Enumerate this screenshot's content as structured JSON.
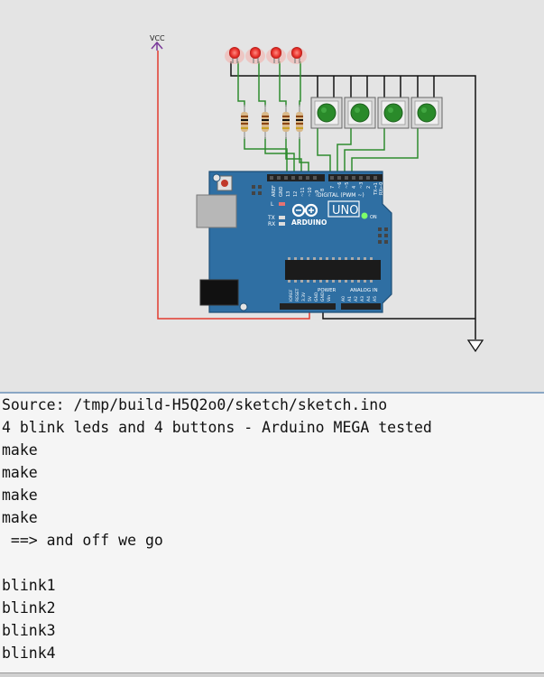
{
  "simulator": {
    "vcc_label": "VCC",
    "board": {
      "brand": "ARDUINO",
      "model": "UNO",
      "on_label": "ON",
      "l_label": "L",
      "tx_label": "TX",
      "rx_label": "RX",
      "digital_header_label": "DIGITAL (PWM ~)",
      "power_label": "POWER",
      "analog_label": "ANALOG IN",
      "aref_label": "AREF",
      "gnd_label": "GND",
      "top_pins": [
        "13",
        "12",
        "~11",
        "~10",
        "~9",
        "8",
        "7",
        "~6",
        "~5",
        "4",
        "~3",
        "2",
        "TX→1",
        "RX←0"
      ],
      "power_pins": [
        "IOREF",
        "RESET",
        "3.3V",
        "5V",
        "GND",
        "GND",
        "Vin"
      ],
      "analog_pins": [
        "A0",
        "A1",
        "A2",
        "A3",
        "A4",
        "A5"
      ]
    },
    "colors": {
      "wire_green": "#2e8b2e",
      "wire_black": "#111111",
      "wire_red": "#e23b2e",
      "board_blue": "#2f6fa3",
      "led_red": "#e8302a",
      "button_green": "#2a8a2a",
      "vcc_purple": "#7a3a9a"
    },
    "components": {
      "leds": [
        "led1",
        "led2",
        "led3",
        "led4"
      ],
      "resistors": [
        "r1",
        "r2",
        "r3",
        "r4"
      ],
      "buttons": [
        "btn1",
        "btn2",
        "btn3",
        "btn4"
      ]
    }
  },
  "console": {
    "lines": [
      "Source: /tmp/build-H5Q2o0/sketch/sketch.ino",
      "4 blink leds and 4 buttons - Arduino MEGA tested",
      "make",
      "make",
      "make",
      "make",
      " ==> and off we go",
      "",
      "blink1",
      "blink2",
      "blink3",
      "blink4"
    ]
  }
}
